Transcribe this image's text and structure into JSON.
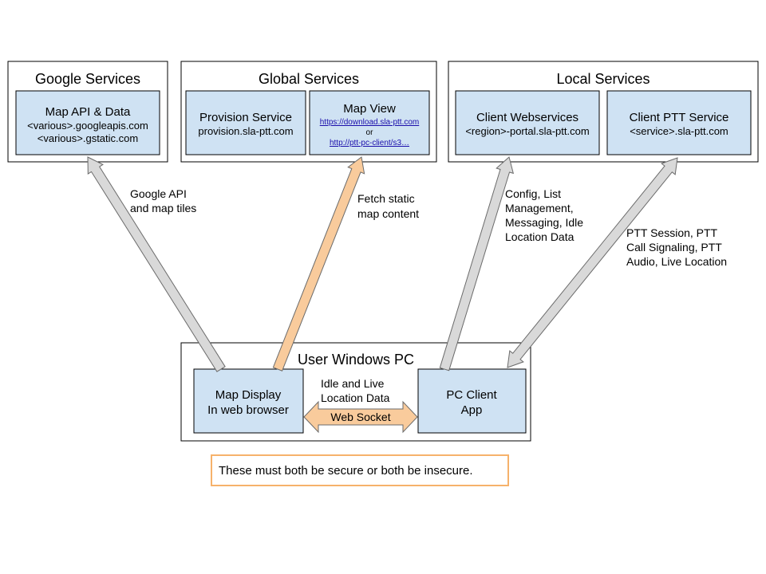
{
  "groups": {
    "google": {
      "title": "Google Services"
    },
    "global": {
      "title": "Global Services"
    },
    "local": {
      "title": "Local Services"
    },
    "pc": {
      "title": "User Windows PC"
    }
  },
  "services": {
    "map_api": {
      "title": "Map API & Data",
      "lines": [
        "<various>.googleapis.com",
        "<various>.gstatic.com"
      ]
    },
    "provision": {
      "title": "Provision Service",
      "lines": [
        "provision.sla-ptt.com"
      ]
    },
    "map_view": {
      "title": "Map View",
      "link1": "https://download.sla-ptt.com",
      "or": "or",
      "link2": "http://ptt-pc-client/s3…"
    },
    "client_web": {
      "title": "Client Webservices",
      "lines": [
        "<region>-portal.sla-ptt.com"
      ]
    },
    "client_ptt": {
      "title": "Client PTT Service",
      "lines": [
        "<service>.sla-ptt.com"
      ]
    },
    "map_display": {
      "lines": [
        "Map Display",
        "In web browser"
      ]
    },
    "pc_client": {
      "lines": [
        "PC Client",
        "App"
      ]
    }
  },
  "connections": {
    "google_api": {
      "lines": [
        "Google API",
        "and map tiles"
      ],
      "color": "#d9d9d9"
    },
    "fetch_static": {
      "lines": [
        "Fetch static",
        "map content"
      ],
      "color": "#f9cb9c"
    },
    "config": {
      "lines": [
        "Config, List",
        "Management,",
        "Messaging, Idle",
        "Location Data"
      ],
      "color": "#d9d9d9"
    },
    "ptt_session": {
      "lines": [
        "PTT Session, PTT",
        "Call Signaling, PTT",
        "Audio, Live Location"
      ],
      "color": "#d9d9d9"
    },
    "idle_live": {
      "lines": [
        "Idle and Live",
        "Location Data"
      ]
    },
    "web_socket": {
      "label": "Web Socket",
      "color": "#f9cb9c"
    }
  },
  "note": {
    "text": "These must both be secure or both be insecure.",
    "border_color": "#f6b26b"
  }
}
